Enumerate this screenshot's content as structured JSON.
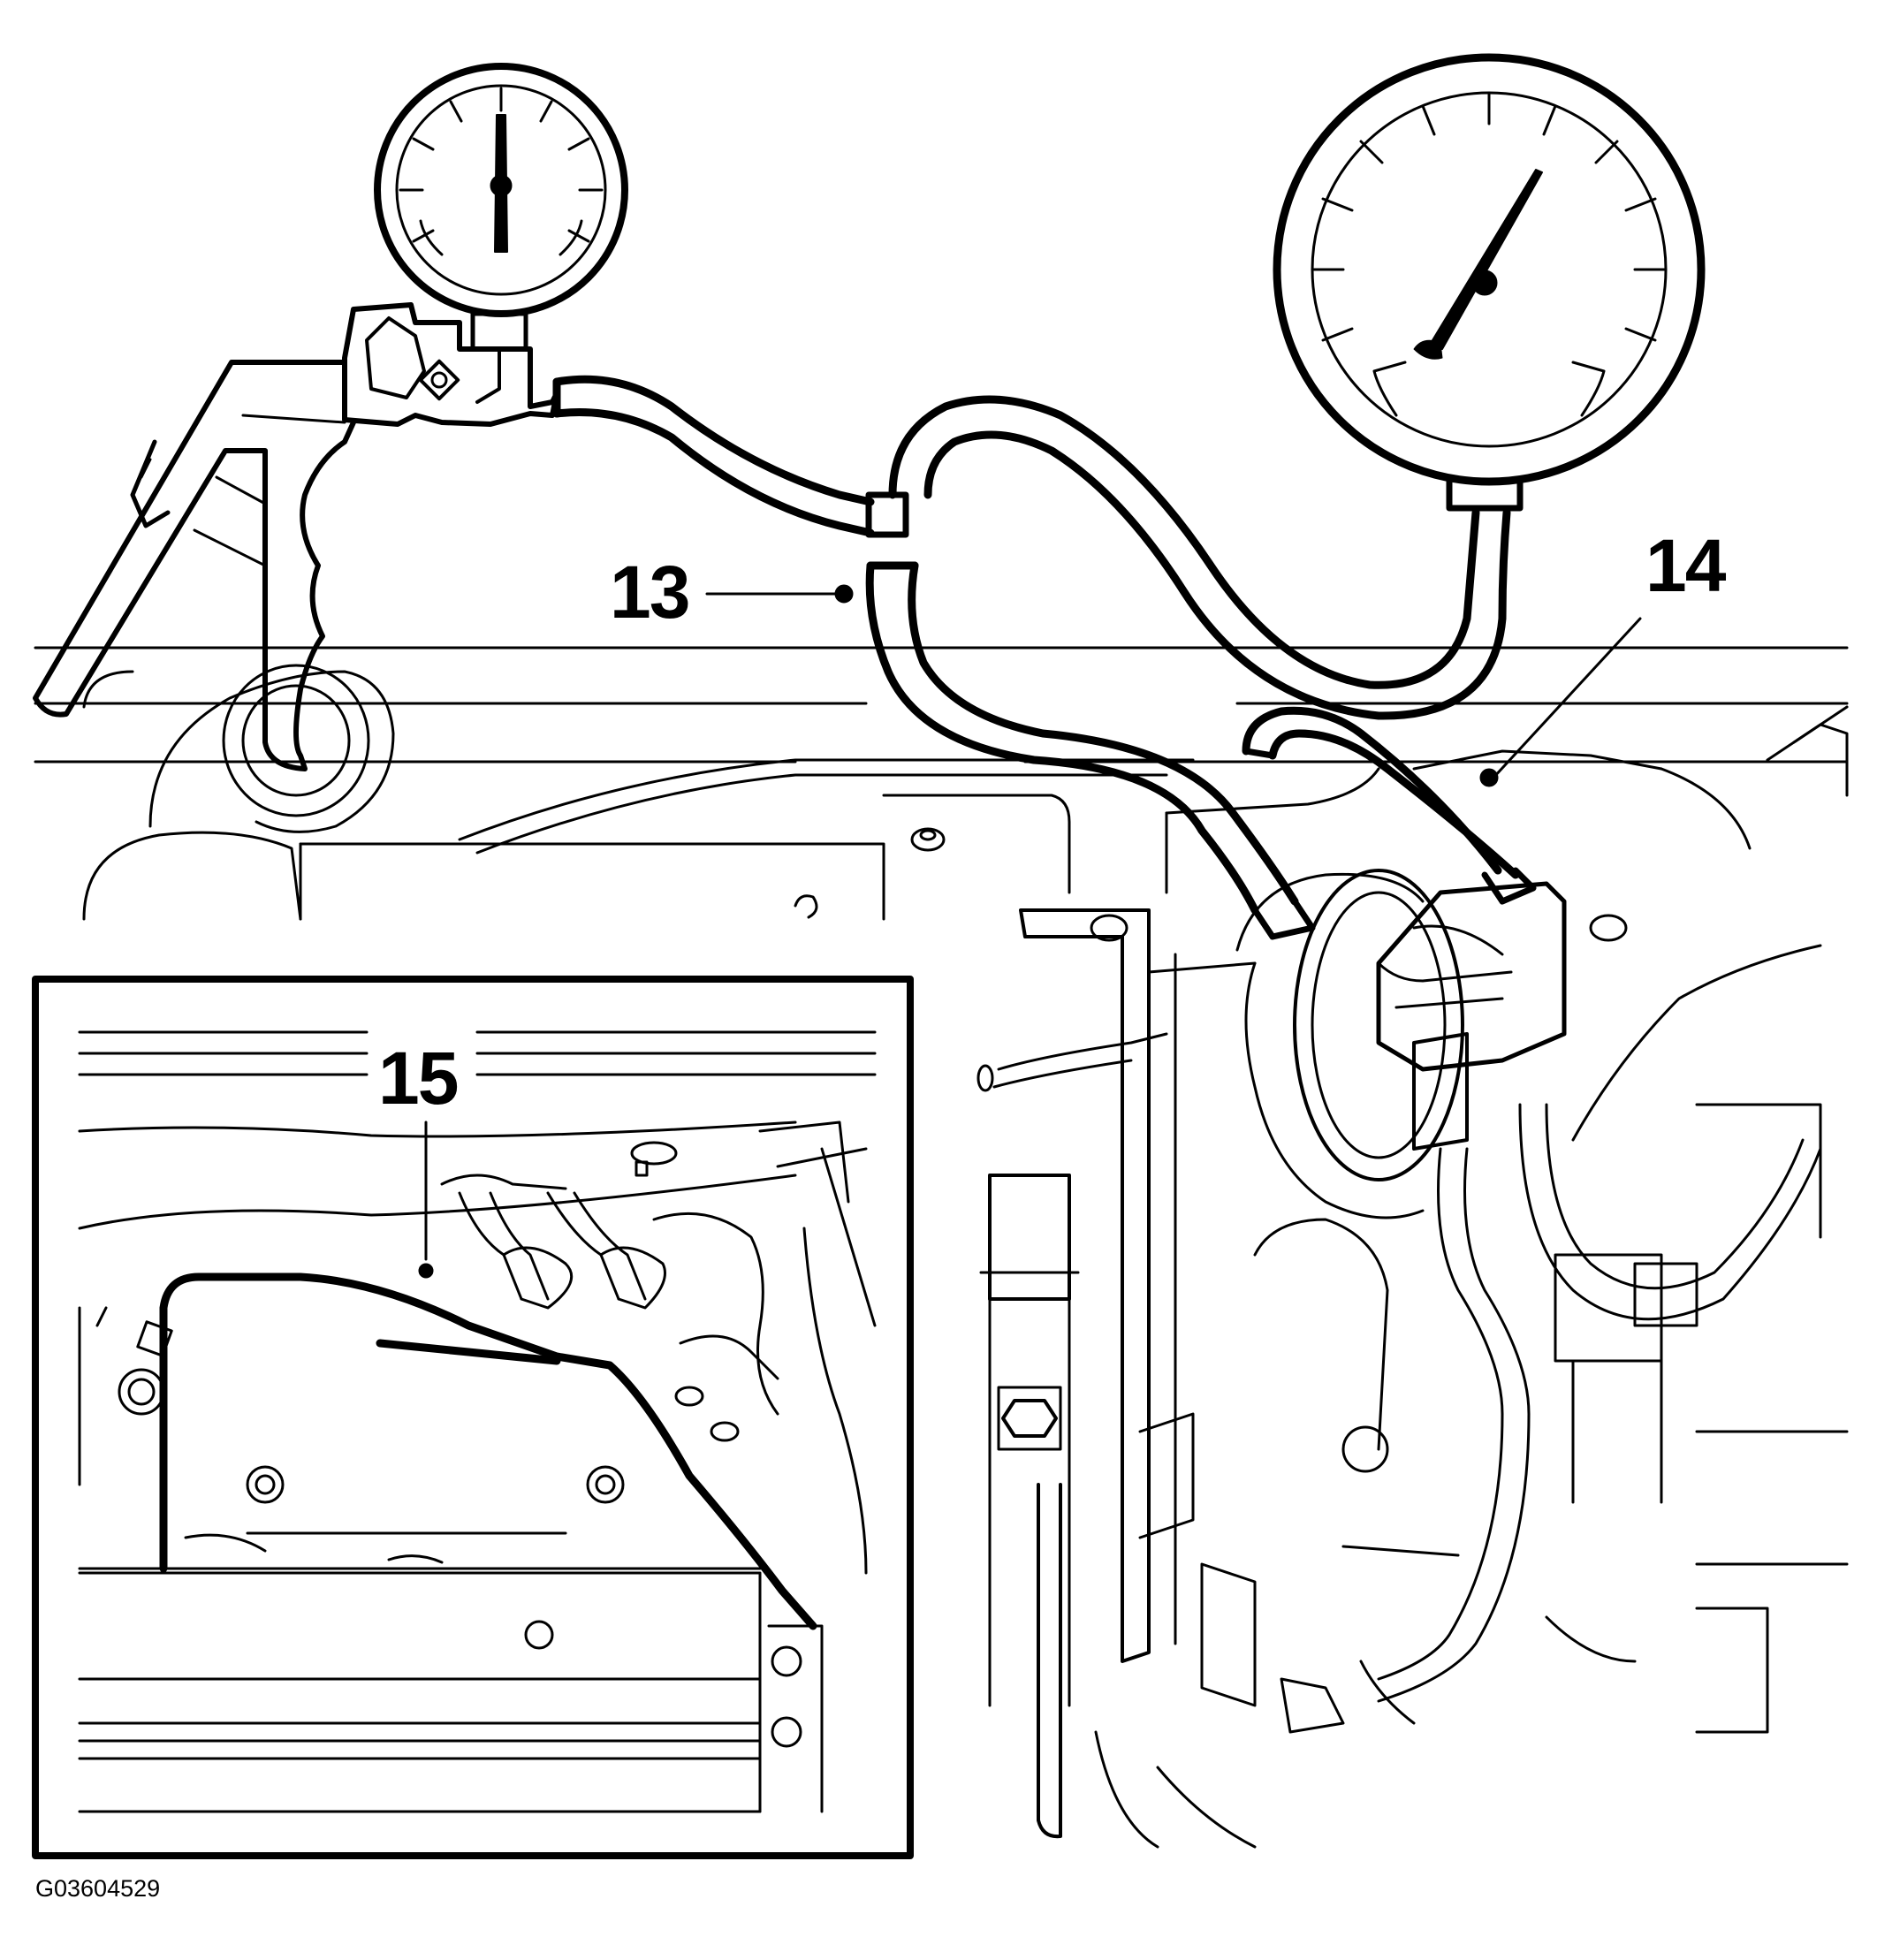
{
  "callouts": {
    "c13": "13",
    "c14": "14",
    "c15": "15"
  },
  "figure_id": "G03604529",
  "colors": {
    "ink": "#000000",
    "paper": "#ffffff"
  }
}
